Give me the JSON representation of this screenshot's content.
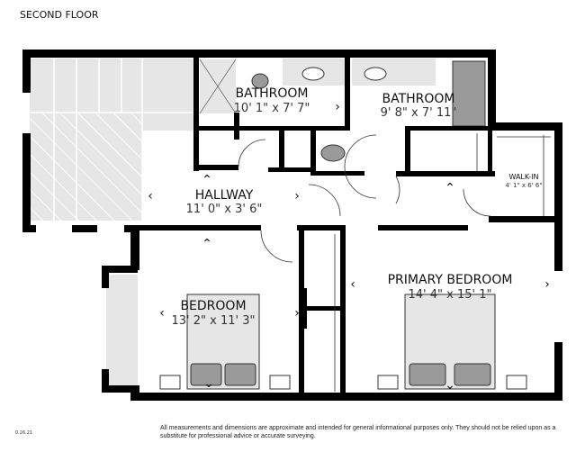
{
  "title": "SECOND FLOOR",
  "version": "0.26.21",
  "disclaimer": "All measurements and dimensions are approximate and intended for general informational purposes only. They should not be relied upon as a substitute for professional advice or accurate surveying.",
  "rooms": [
    {
      "name": "BATHROOM",
      "dims": "10' 1\" x 7' 7\""
    },
    {
      "name": "BATHROOM",
      "dims": "9' 8\" x 7' 11\""
    },
    {
      "name": "HALLWAY",
      "dims": "11' 0\" x 3' 6\""
    },
    {
      "name": "WALK-IN",
      "dims": "4' 1\" x 6' 6\""
    },
    {
      "name": "PRIMARY BEDROOM",
      "dims": "14' 4\" x 15' 1\""
    },
    {
      "name": "BEDROOM",
      "dims": "13' 2\" x 11' 3\""
    }
  ],
  "colors": {
    "wall": "#000000",
    "fixture": "#e6e6e6",
    "furniture": "#9a9a9a"
  }
}
